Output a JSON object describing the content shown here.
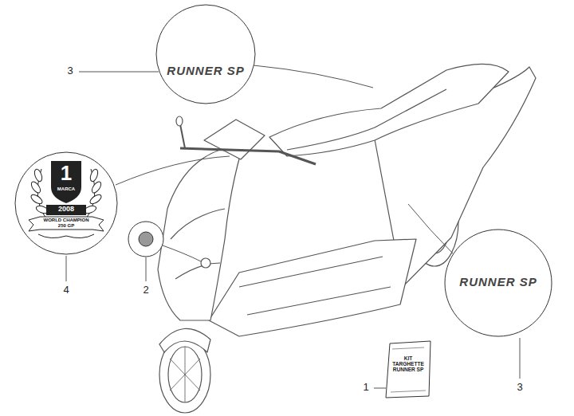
{
  "diagram": {
    "nodes": [
      {
        "text": [
          "RUNNER SP"
        ]
      },
      {
        "text": [
          "1",
          "MARCA",
          "2008",
          "WORLD CHAMPION 250 GP"
        ]
      },
      {
        "text": [
          "RUNNER SP"
        ]
      },
      {
        "text": [
          "KIT TARGHETTE RUNNER SP"
        ]
      }
    ],
    "labels": [
      "3",
      "4",
      "2",
      "1",
      "3"
    ]
  }
}
